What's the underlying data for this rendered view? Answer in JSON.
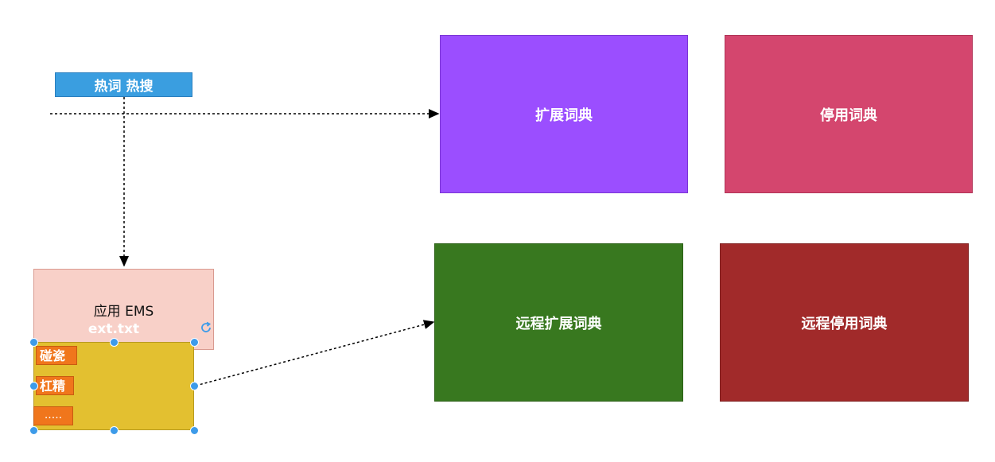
{
  "hotword": {
    "label": "热词 热搜"
  },
  "dicts": {
    "extension": "扩展词典",
    "stopword": "停用词典",
    "remote_extension": "远程扩展词典",
    "remote_stopword": "远程停用词典"
  },
  "ems": {
    "title": "应用 EMS",
    "file": "ext.txt"
  },
  "words": [
    "碰瓷",
    "杠精",
    "....."
  ],
  "icons": {
    "refresh": "refresh-icon",
    "handle": "selection-handle"
  },
  "colors": {
    "hotword": "#3a9ee0",
    "extension": "#9b4eff",
    "stopword": "#d4466e",
    "remote_extension": "#38781f",
    "remote_stopword": "#a12a2a",
    "ems": "#f8d0c8",
    "file_box": "#e3c030",
    "tag": "#f0761c",
    "selection": "#3d9be9"
  }
}
